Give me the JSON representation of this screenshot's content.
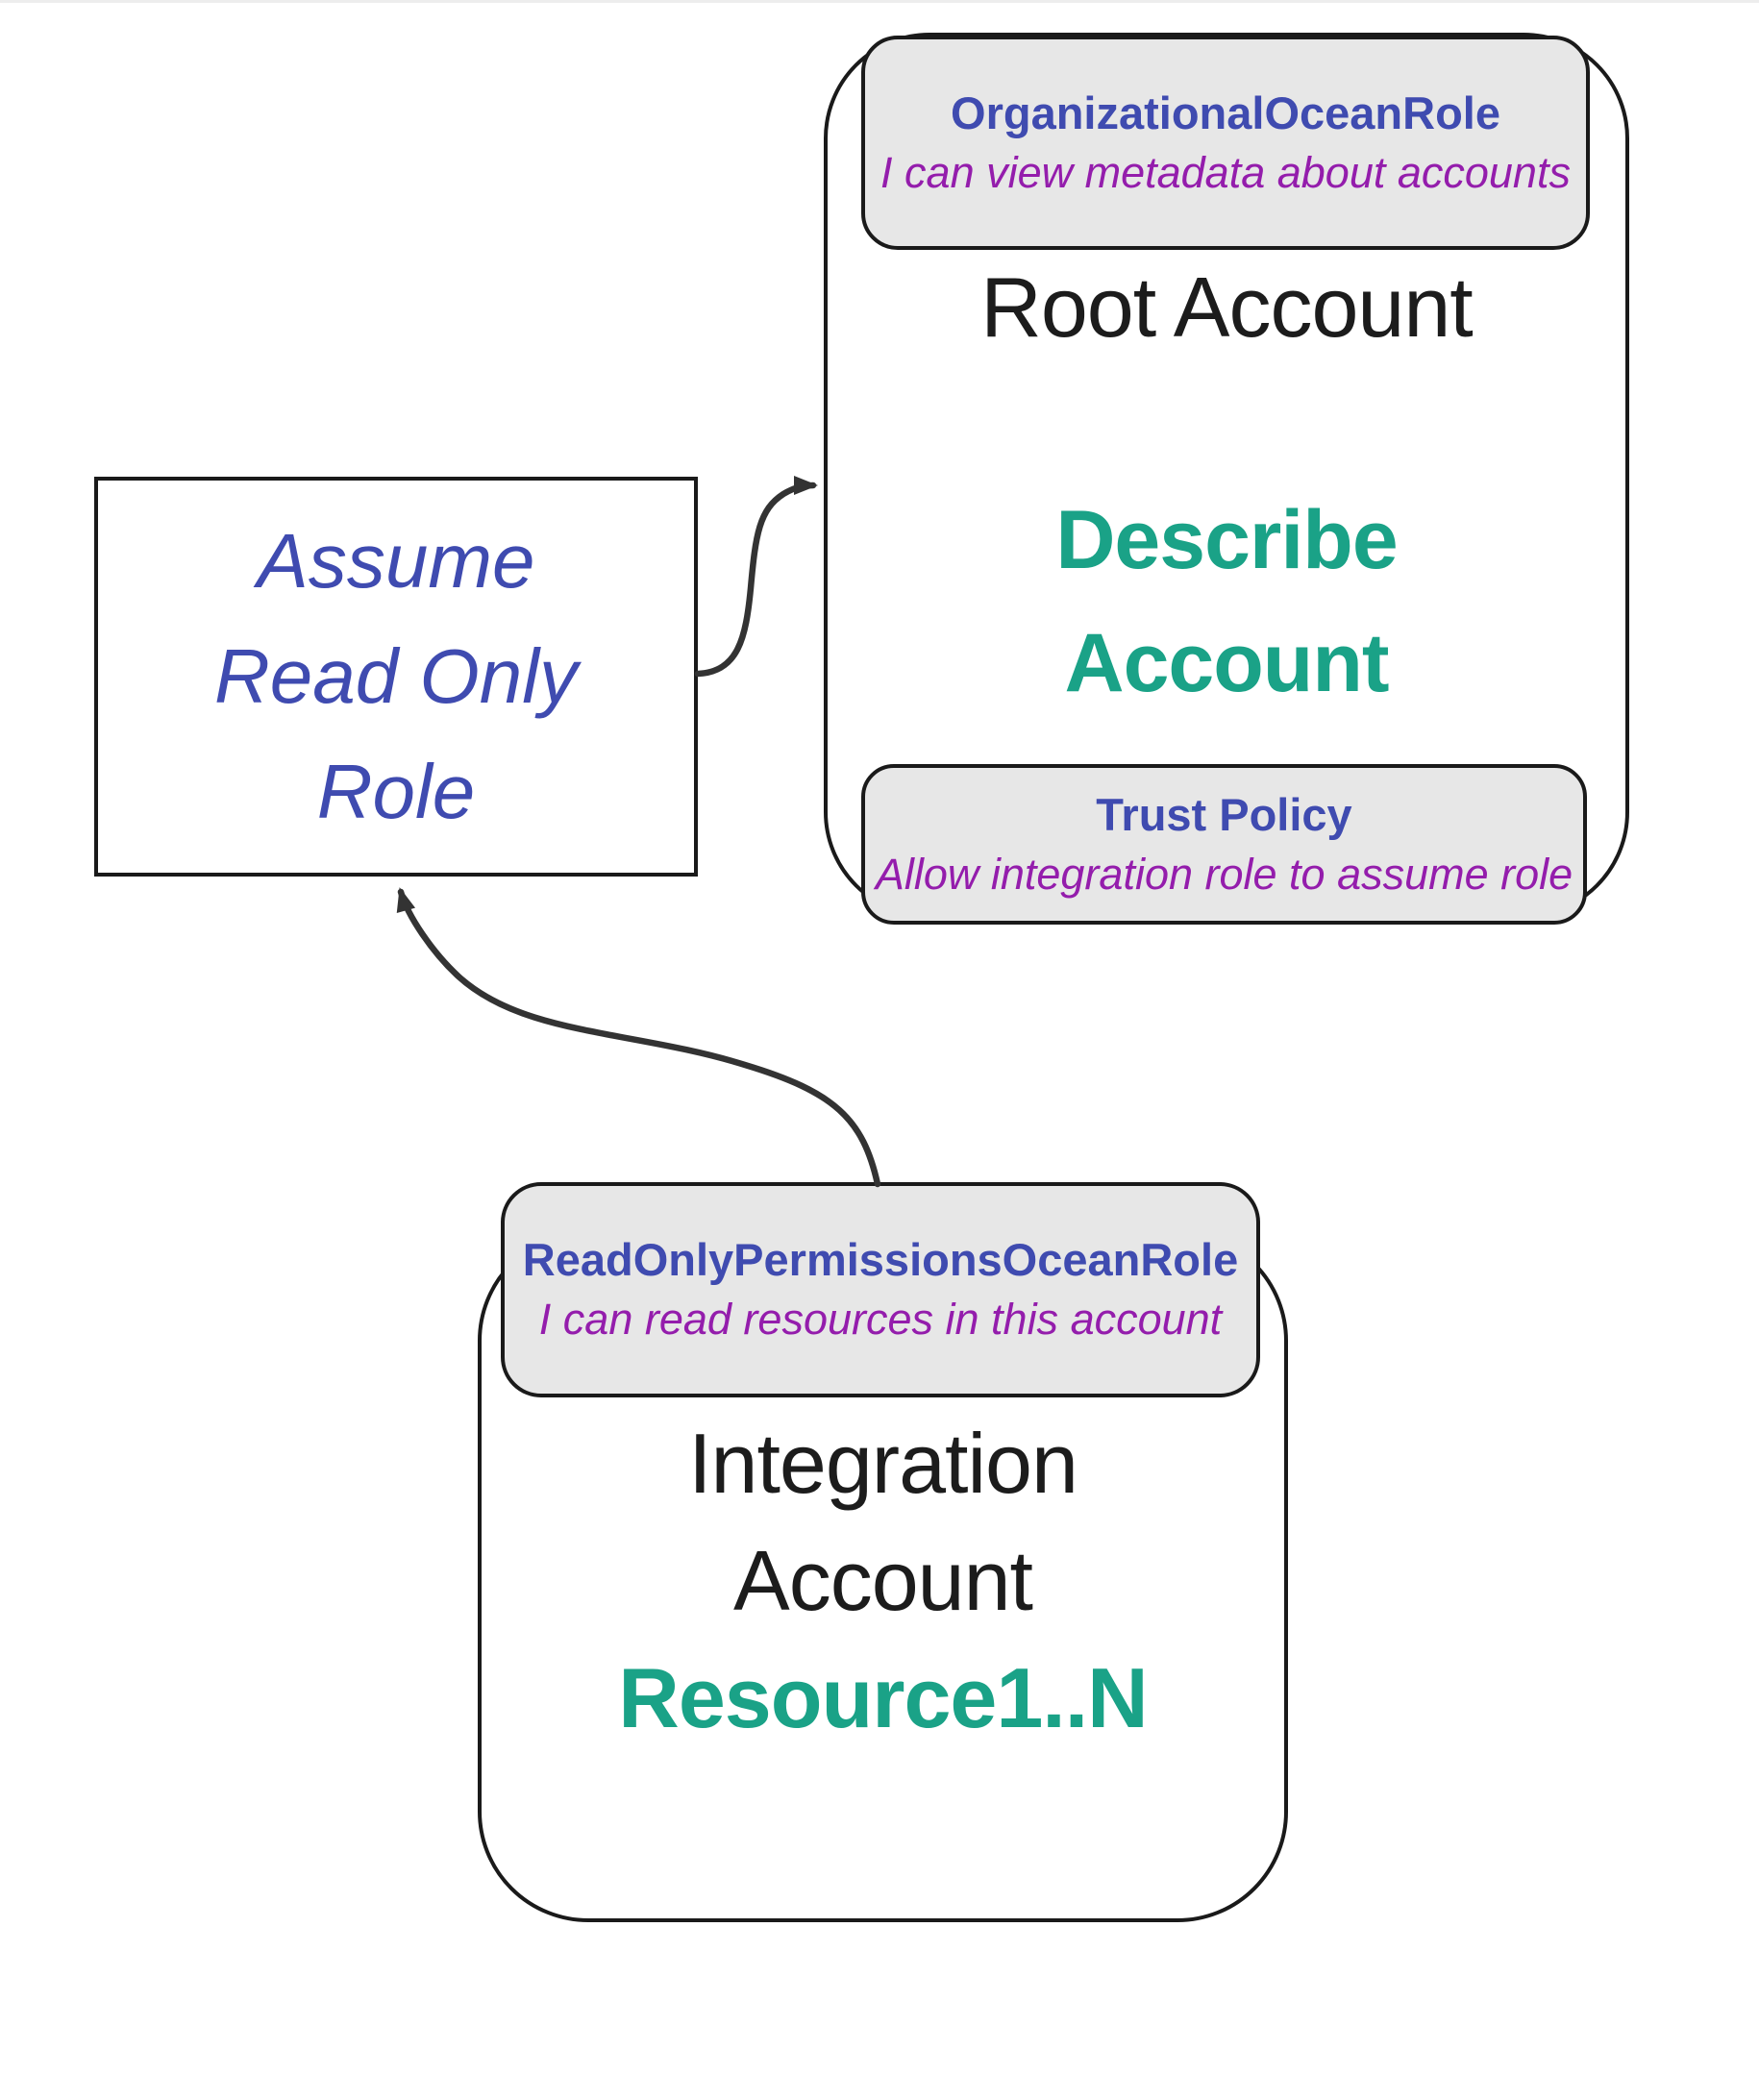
{
  "root_account": {
    "title": "Root Account",
    "action_lines": [
      "Describe",
      "Account"
    ],
    "role_label": {
      "name": "OrganizationalOceanRole",
      "description": "I can view metadata about accounts"
    },
    "trust_label": {
      "name": "Trust Policy",
      "description": "Allow integration role to assume role"
    }
  },
  "assume_role_box": {
    "lines": [
      "Assume",
      "Read Only",
      "Role"
    ]
  },
  "integration_account": {
    "title_lines": [
      "Integration",
      "Account"
    ],
    "resources": "Resource1..N",
    "role_label": {
      "name": "ReadOnlyPermissionsOceanRole",
      "description": "I can read resources in this account"
    }
  },
  "colors": {
    "role_name_blue": "#3f4bb0",
    "description_purple": "#941dac",
    "action_teal": "#1aa287",
    "title_ink": "#1c1c1c",
    "label_background": "#e7e7e7",
    "outline": "#1a1a1a",
    "arrow": "#333333",
    "page_top_edge": "#ededed"
  }
}
